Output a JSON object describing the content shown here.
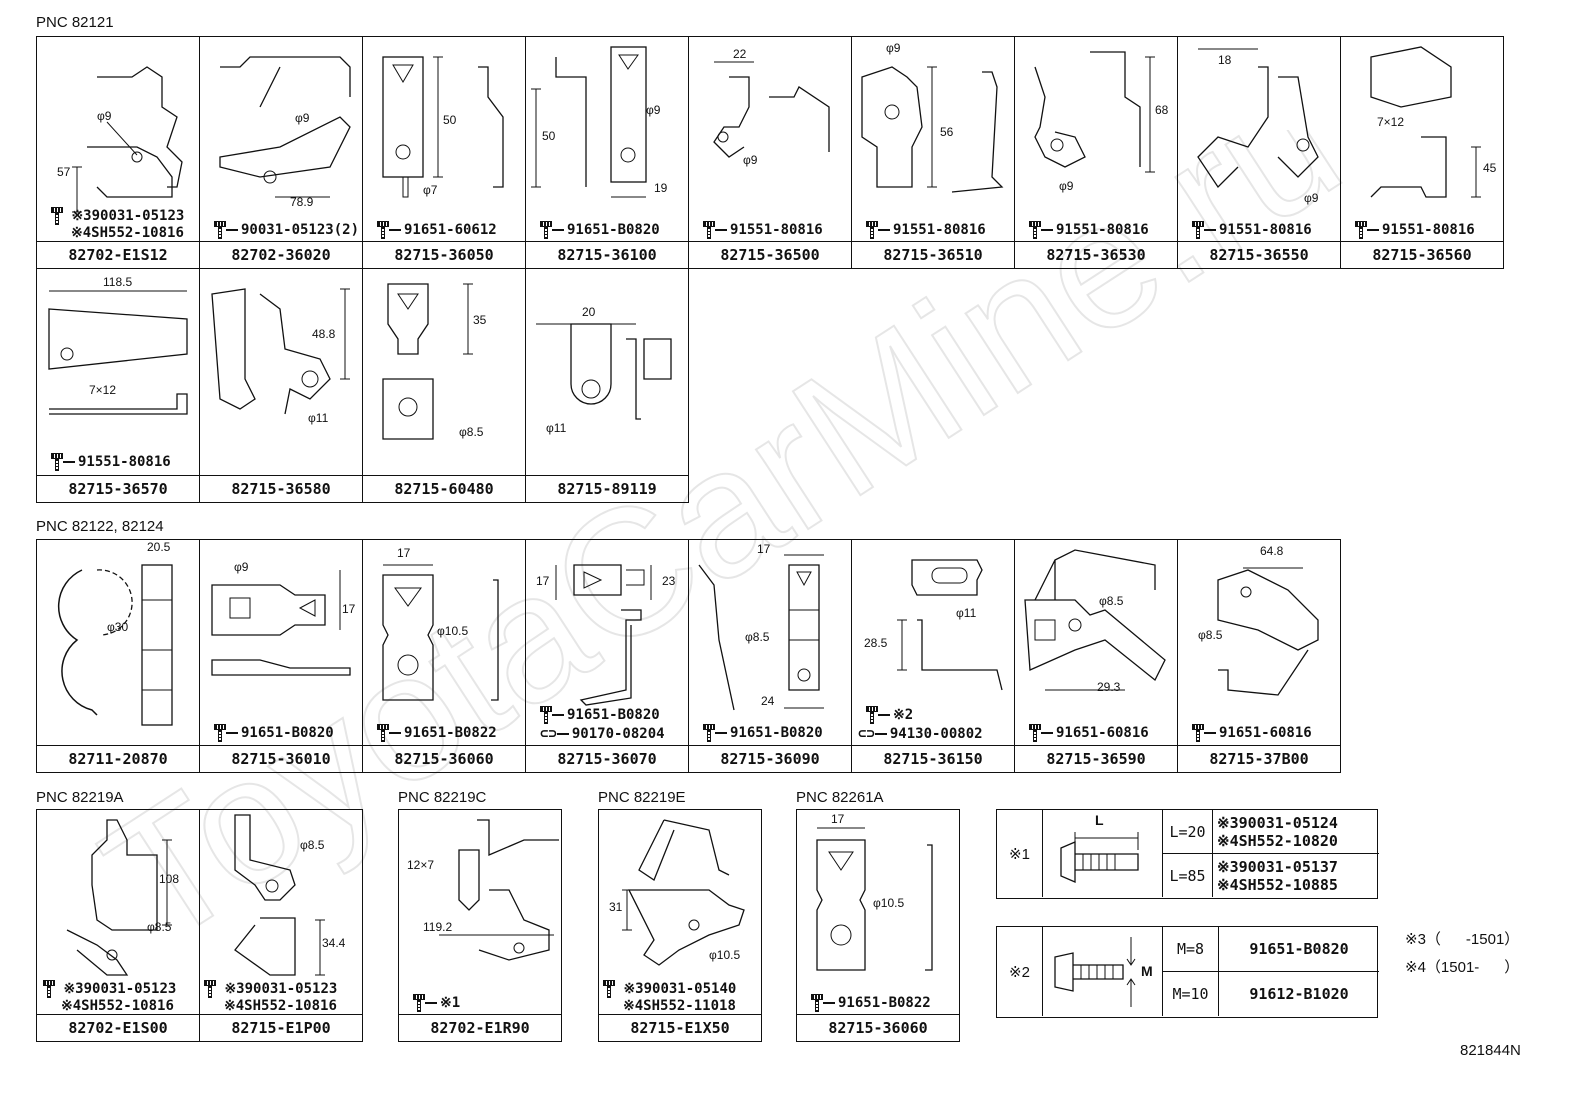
{
  "sections": {
    "s1": "PNC 82121",
    "s2": "PNC 82122, 82124",
    "s3": "PNC 82219A",
    "s4": "PNC 82219C",
    "s5": "PNC 82219E",
    "s6": "PNC 82261A"
  },
  "row1": [
    {
      "code": "82702-E1S12",
      "bolts": [
        "※390031-05123",
        "※4SH552-10816"
      ],
      "dims": [
        "φ9",
        "57"
      ]
    },
    {
      "code": "82702-36020",
      "bolts": [
        "90031-05123(2)"
      ],
      "dims": [
        "φ9",
        "78.9"
      ]
    },
    {
      "code": "82715-36050",
      "bolts": [
        "91651-60612"
      ],
      "dims": [
        "50",
        "φ7"
      ]
    },
    {
      "code": "82715-36100",
      "bolts": [
        "91651-B0820"
      ],
      "dims": [
        "50",
        "φ9",
        "19"
      ]
    },
    {
      "code": "82715-36500",
      "bolts": [
        "91551-80816"
      ],
      "dims": [
        "22",
        "φ9"
      ]
    },
    {
      "code": "82715-36510",
      "bolts": [
        "91551-80816"
      ],
      "dims": [
        "φ9",
        "56"
      ]
    },
    {
      "code": "82715-36530",
      "bolts": [
        "91551-80816"
      ],
      "dims": [
        "68",
        "φ9"
      ]
    },
    {
      "code": "82715-36550",
      "bolts": [
        "91551-80816"
      ],
      "dims": [
        "18",
        "φ9"
      ]
    },
    {
      "code": "82715-36560",
      "bolts": [
        "91551-80816"
      ],
      "dims": [
        "7×12",
        "45"
      ]
    }
  ],
  "row2": [
    {
      "code": "82715-36570",
      "bolts": [
        "91551-80816"
      ],
      "dims": [
        "118.5",
        "7×12"
      ]
    },
    {
      "code": "82715-36580",
      "bolts": [],
      "dims": [
        "48.8",
        "φ11"
      ]
    },
    {
      "code": "82715-60480",
      "bolts": [],
      "dims": [
        "35",
        "φ8.5"
      ]
    },
    {
      "code": "82715-89119",
      "bolts": [],
      "dims": [
        "20",
        "φ11"
      ]
    }
  ],
  "row3": [
    {
      "code": "82711-20870",
      "bolts": [],
      "dims": [
        "20.5",
        "φ30"
      ]
    },
    {
      "code": "82715-36010",
      "bolts": [
        "91651-B0820"
      ],
      "dims": [
        "φ9",
        "17"
      ]
    },
    {
      "code": "82715-36060",
      "bolts": [
        "91651-B0822"
      ],
      "dims": [
        "17",
        "φ10.5"
      ]
    },
    {
      "code": "82715-36070",
      "bolts": [
        "91651-B0820",
        "90170-08204"
      ],
      "dims": [
        "17",
        "23"
      ]
    },
    {
      "code": "82715-36090",
      "bolts": [
        "91651-B0820"
      ],
      "dims": [
        "17",
        "φ8.5",
        "24"
      ]
    },
    {
      "code": "82715-36150",
      "bolts": [
        "※2",
        "94130-00802"
      ],
      "dims": [
        "φ11",
        "28.5"
      ]
    },
    {
      "code": "82715-36590",
      "bolts": [
        "91651-60816"
      ],
      "dims": [
        "φ8.5",
        "29.3"
      ]
    },
    {
      "code": "82715-37B00",
      "bolts": [
        "91651-60816"
      ],
      "dims": [
        "64.8",
        "φ8.5"
      ]
    }
  ],
  "row4": [
    {
      "code": "82702-E1S00",
      "bolts": [
        "※390031-05123",
        "※4SH552-10816"
      ],
      "dims": [
        "108",
        "φ8.5"
      ]
    },
    {
      "code": "82715-E1P00",
      "bolts": [
        "※390031-05123",
        "※4SH552-10816"
      ],
      "dims": [
        "φ8.5",
        "34.4"
      ]
    },
    {
      "code": "82702-E1R90",
      "bolts": [
        "※1"
      ],
      "dims": [
        "12×7",
        "119.2"
      ]
    },
    {
      "code": "82715-E1X50",
      "bolts": [
        "※390031-05140",
        "※4SH552-11018"
      ],
      "dims": [
        "31",
        "φ10.5"
      ]
    },
    {
      "code": "82715-36060",
      "bolts": [
        "91651-B0822"
      ],
      "dims": [
        "17",
        "φ10.5"
      ]
    }
  ],
  "table1": {
    "mark": "※1",
    "dim": "L",
    "rows": [
      {
        "key": "L=20",
        "a": "※390031-05124",
        "b": "※4SH552-10820"
      },
      {
        "key": "L=85",
        "a": "※390031-05137",
        "b": "※4SH552-10885"
      }
    ]
  },
  "table2": {
    "mark": "※2",
    "dim": "M",
    "rows": [
      {
        "key": "M=8",
        "a": "91651-B0820"
      },
      {
        "key": "M=10",
        "a": "91612-B1020"
      }
    ]
  },
  "notes": {
    "n3": "※3（      -1501）",
    "n4": "※4（1501-      ）"
  },
  "figure_id": "821844N",
  "watermark": "ToyotaCarMine.ru"
}
